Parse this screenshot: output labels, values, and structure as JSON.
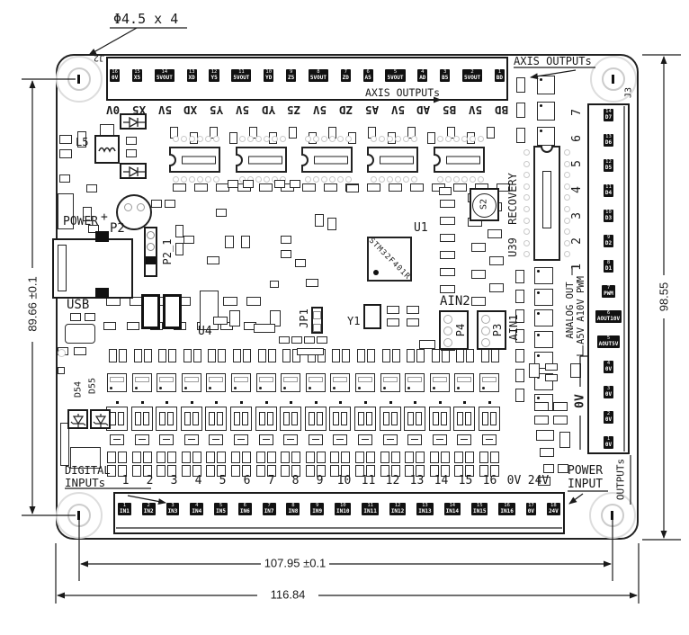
{
  "title": "CNC controller board mechanical drawing",
  "dimensions": {
    "hole_note": "Φ4.5 x 4",
    "left_height": "89.66 ±0.1",
    "right_height": "98.55",
    "hole_span_width": "107.95 ±0.1",
    "board_width": "116.84"
  },
  "axis_connector": {
    "designator": "J2",
    "label_inside": "AXIS OUTPUTs",
    "label_outside": "AXIS OUTPUTs",
    "pins": [
      {
        "n": "16",
        "s": "0V"
      },
      {
        "n": "15",
        "s": "X5"
      },
      {
        "n": "14",
        "s": "5VOUT"
      },
      {
        "n": "13",
        "s": "XD"
      },
      {
        "n": "12",
        "s": "Y5"
      },
      {
        "n": "11",
        "s": "5VOUT"
      },
      {
        "n": "10",
        "s": "YD"
      },
      {
        "n": "9",
        "s": "Z5"
      },
      {
        "n": "8",
        "s": "5VOUT"
      },
      {
        "n": "7",
        "s": "ZD"
      },
      {
        "n": "6",
        "s": "A5"
      },
      {
        "n": "5",
        "s": "5VOUT"
      },
      {
        "n": "4",
        "s": "AD"
      },
      {
        "n": "3",
        "s": "B5"
      },
      {
        "n": "2",
        "s": "5VOUT"
      },
      {
        "n": "1",
        "s": "BD"
      }
    ],
    "silk": [
      "0V",
      "X5",
      "5V",
      "XD",
      "Y5",
      "5V",
      "YD",
      "Z5",
      "5V",
      "ZD",
      "A5",
      "5V",
      "AD",
      "B5",
      "5V",
      "BD"
    ]
  },
  "output_connector": {
    "designator": "J3",
    "channel_numbers": [
      "7",
      "6",
      "5",
      "4",
      "3",
      "2",
      "1"
    ],
    "pins": [
      {
        "n": "14",
        "s": "D7"
      },
      {
        "n": "13",
        "s": "D6"
      },
      {
        "n": "12",
        "s": "D5"
      },
      {
        "n": "11",
        "s": "D4"
      },
      {
        "n": "10",
        "s": "D3"
      },
      {
        "n": "9",
        "s": "D2"
      },
      {
        "n": "8",
        "s": "D1"
      },
      {
        "n": "7",
        "s": "PWM"
      },
      {
        "n": "6",
        "s": "AOUT10V"
      },
      {
        "n": "5",
        "s": "AOUT5V"
      },
      {
        "n": "4",
        "s": "0V"
      },
      {
        "n": "3",
        "s": "0V"
      },
      {
        "n": "2",
        "s": "0V"
      },
      {
        "n": "1",
        "s": "0V"
      }
    ],
    "outputs_label": "OUTPUTs",
    "analog_label_1": "ANALOG OUT",
    "analog_label_2": "A5V A10V PWM",
    "zero_volt_label": "0V"
  },
  "input_connector": {
    "numbers": [
      "1",
      "2",
      "3",
      "4",
      "5",
      "6",
      "7",
      "8",
      "9",
      "10",
      "11",
      "12",
      "13",
      "14",
      "15",
      "16",
      "0V",
      "24V"
    ],
    "pins": [
      {
        "n": "1",
        "s": "IN1"
      },
      {
        "n": "2",
        "s": "IN2"
      },
      {
        "n": "3",
        "s": "IN3"
      },
      {
        "n": "4",
        "s": "IN4"
      },
      {
        "n": "5",
        "s": "IN5"
      },
      {
        "n": "6",
        "s": "IN6"
      },
      {
        "n": "7",
        "s": "IN7"
      },
      {
        "n": "8",
        "s": "IN8"
      },
      {
        "n": "9",
        "s": "IN9"
      },
      {
        "n": "10",
        "s": "IN10"
      },
      {
        "n": "11",
        "s": "IN11"
      },
      {
        "n": "12",
        "s": "IN12"
      },
      {
        "n": "13",
        "s": "IN13"
      },
      {
        "n": "14",
        "s": "IN14"
      },
      {
        "n": "15",
        "s": "IN15"
      },
      {
        "n": "16",
        "s": "IN16"
      },
      {
        "n": "17",
        "s": "0V"
      },
      {
        "n": "18",
        "s": "24V"
      }
    ],
    "digital_label_1": "DIGITAL",
    "digital_label_2": "INPUTs",
    "power_label_1": "POWER",
    "power_label_2": "INPUT"
  },
  "components": {
    "l5": "L5",
    "power": "POWER",
    "p2": "P2",
    "p2_1": "P2_1",
    "usb": "USB",
    "u4": "U4",
    "u1": "U1",
    "u1_part": "STM32F401R",
    "jp1": "JP1",
    "y1": "Y1",
    "u39": "U39",
    "recovery": "RECOVERY",
    "s2": "S2",
    "ain1": "AIN1",
    "ain2": "AIN2",
    "p3": "P3",
    "p4": "P4",
    "d54": "D54",
    "d55": "D55"
  },
  "colors": {
    "line": "#1a1a1a",
    "pad_gray": "#c9c9c9",
    "tag_bg": "#111111",
    "tag_fg": "#ffffff",
    "background": "#ffffff"
  }
}
